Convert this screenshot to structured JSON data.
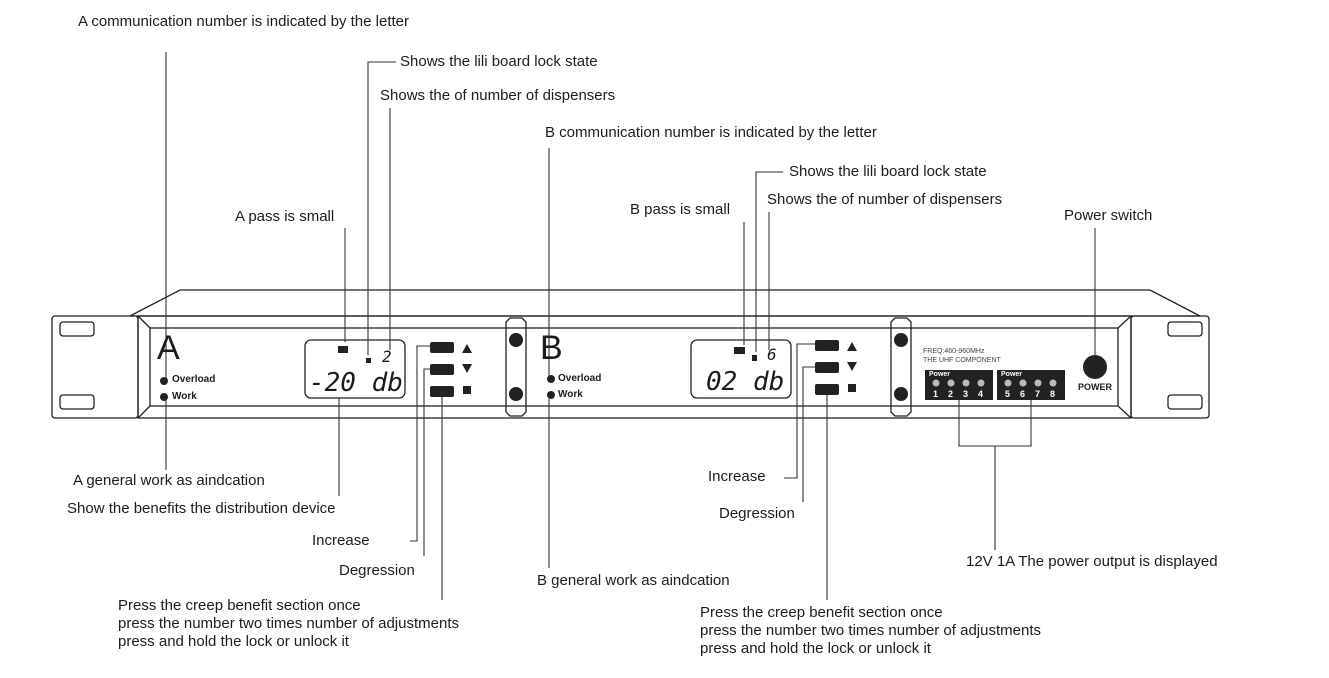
{
  "device": {
    "channel_a": {
      "letter": "A",
      "leds": [
        "Overload",
        "Work"
      ],
      "lcd": {
        "count": "2",
        "value": "-20 db"
      },
      "buttons": [
        "up",
        "down",
        "set"
      ]
    },
    "channel_b": {
      "letter": "B",
      "leds": [
        "Overload",
        "Work"
      ],
      "lcd": {
        "count": "6",
        "value": "02 db"
      },
      "buttons": [
        "up",
        "down",
        "set"
      ]
    },
    "info": {
      "freq": "FREQ:460-960MHz",
      "component": "THE UHF COMPONENT",
      "power_group_label": "Power",
      "ports_1": [
        "1",
        "2",
        "3",
        "4"
      ],
      "ports_2": [
        "5",
        "6",
        "7",
        "8"
      ],
      "power_button": "POWER"
    }
  },
  "annotations": {
    "a_comm": "A communication  number is indicated by the letter",
    "a_lock": "Shows the lili board lock state",
    "a_dispensers": "Shows the of number of dispensers",
    "a_pass": "A pass is small",
    "a_work": "A general work as aindcation",
    "a_benefits": "Show the benefits the distribution device",
    "a_increase": "Increase",
    "a_degression": "Degression",
    "a_press": [
      "Press the creep benefit section once",
      "press the number two times number of adjustments",
      "press and hold the lock or unlock it"
    ],
    "b_comm": "B communication  number is indicated by the letter",
    "b_lock": "Shows the lili board lock state",
    "b_dispensers": "Shows the of number of dispensers",
    "b_pass": "B pass is small",
    "b_work": "B general work as aindcation",
    "b_increase": "Increase",
    "b_degression": "Degression",
    "b_press": [
      "Press the creep benefit section once",
      "press the number two times number of adjustments",
      "press and hold the lock or unlock it"
    ],
    "power_switch": "Power switch",
    "power_output": "12V  1A The power output is displayed"
  }
}
